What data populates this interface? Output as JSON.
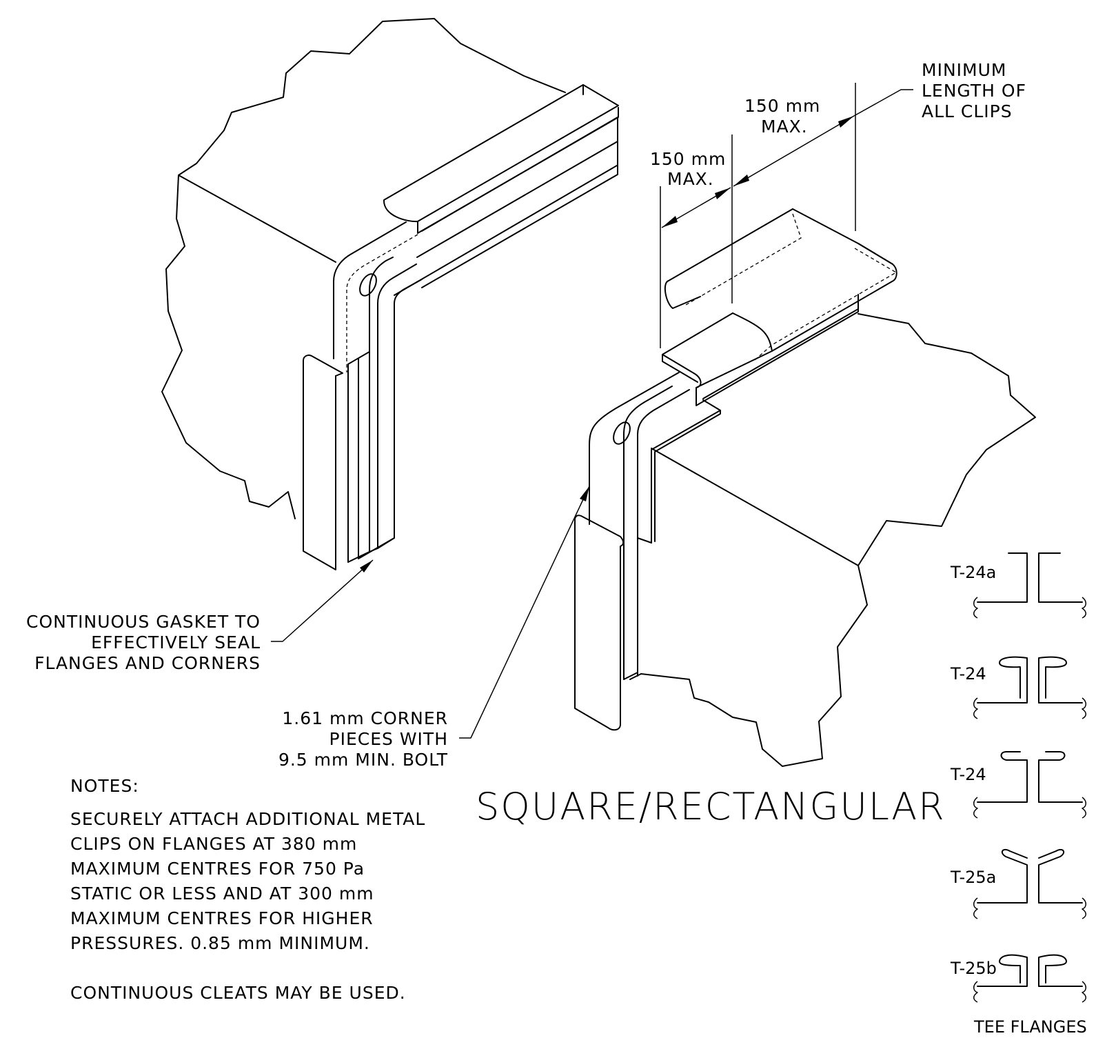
{
  "labels": {
    "min_length": [
      "MINIMUM",
      "LENGTH OF",
      "ALL CLIPS"
    ],
    "dim_a": [
      "150 mm",
      "MAX."
    ],
    "dim_b": [
      "150 mm",
      "MAX."
    ],
    "gasket": [
      "CONTINUOUS GASKET TO",
      "EFFECTIVELY SEAL",
      "FLANGES AND CORNERS"
    ],
    "corner": [
      "1.61 mm CORNER",
      "PIECES WITH",
      "9.5 mm MIN. BOLT"
    ],
    "title": "SQUARE/RECTANGULAR"
  },
  "notes": {
    "heading": "NOTES:",
    "lines": [
      "SECURELY ATTACH ADDITIONAL METAL",
      "CLIPS ON FLANGES AT 380 mm",
      "MAXIMUM CENTRES FOR 750 Pa",
      "STATIC OR LESS AND AT 300 mm",
      "MAXIMUM CENTRES FOR HIGHER",
      "PRESSURES. 0.85 mm MINIMUM."
    ],
    "footer": "CONTINUOUS CLEATS MAY BE USED."
  },
  "tee_flanges": {
    "caption": "TEE FLANGES",
    "items": [
      "T-24a",
      "T-24",
      "T-24",
      "T-25a",
      "T-25b"
    ]
  }
}
